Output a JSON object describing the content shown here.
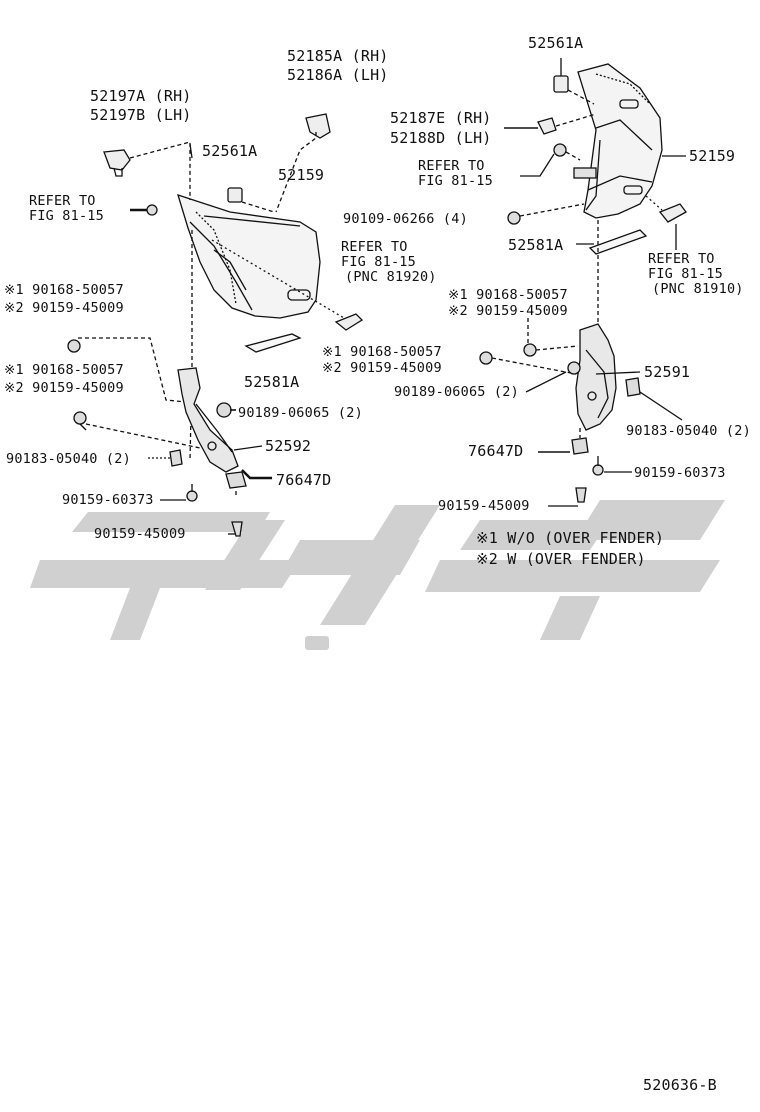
{
  "colors": {
    "ink": "#111111",
    "watermark": "#c8c8c8"
  },
  "watermark": {
    "kind": "persian-logo"
  },
  "left": {
    "p52185A": "52185A (RH)",
    "p52186A": "52186A (LH)",
    "p52197A": "52197A (RH)",
    "p52197B": "52197B (LH)",
    "p52561A": "52561A",
    "p52159": "52159",
    "refer1": [
      "REFER TO",
      "FIG 81-15"
    ],
    "refer2": [
      "REFER TO",
      "FIG 81-15",
      "(PNC 81920)"
    ],
    "alt1a": "※1 90168-50057",
    "alt1b": "※2 90159-45009",
    "alt2a": "※1 90168-50057",
    "alt2b": "※2 90159-45009",
    "p52581A": "52581A",
    "p90189": "90189-06065 (2)",
    "p52592": "52592",
    "p90183": "90183-05040 (2)",
    "p76647D": "76647D",
    "p90159_60373": "90159-60373",
    "p90159_45009": "90159-45009"
  },
  "right": {
    "p52561A": "52561A",
    "p52187E": "52187E (RH)",
    "p52188D": "52188D (LH)",
    "refer1": [
      "REFER TO",
      "FIG 81-15"
    ],
    "p52159": "52159",
    "p90109": "90109-06266 (4)",
    "p52581A": "52581A",
    "refer2": [
      "REFER TO",
      "FIG 81-15",
      "(PNC 81910)"
    ],
    "alt1a": "※1 90168-50057",
    "alt1b": "※2 90159-45009",
    "alt2a": "※1 90168-50057",
    "alt2b": "※2 90159-45009",
    "p52591": "52591",
    "p90189": "90189-06065 (2)",
    "p90183": "90183-05040 (2)",
    "p76647D": "76647D",
    "p90159_60373": "90159-60373",
    "p90159_45009": "90159-45009"
  },
  "notes": {
    "n1": "※1 W/O (OVER FENDER)",
    "n2": "※2 W (OVER FENDER)"
  },
  "diagram_id": "520636-B"
}
